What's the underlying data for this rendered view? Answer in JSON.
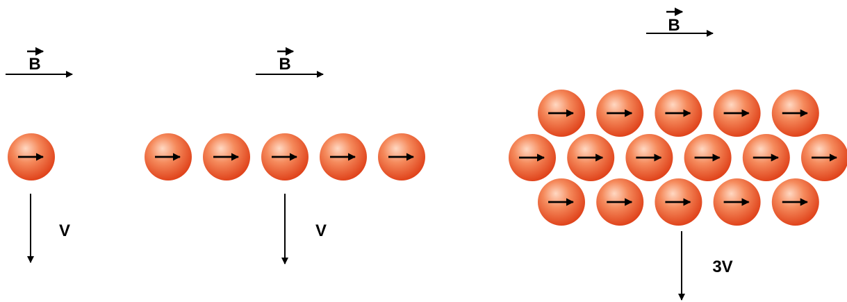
{
  "colors": {
    "sphere_highlight": "#ffd8c2",
    "sphere_mid": "#f58a5c",
    "sphere_edge": "#e0441c",
    "arrow": "#000000"
  },
  "icons": {
    "sphere": "sphere-icon",
    "spin": "spin-arrow-icon",
    "field": "field-arrow-icon",
    "velocity": "velocity-arrow-icon"
  },
  "panels": [
    {
      "field_label": "B",
      "velocity_label": "V",
      "rows": [
        1
      ]
    },
    {
      "field_label": "B",
      "velocity_label": "V",
      "rows": [
        5
      ]
    },
    {
      "field_label": "B",
      "velocity_label": "3V",
      "rows": [
        5,
        6,
        5
      ]
    }
  ]
}
